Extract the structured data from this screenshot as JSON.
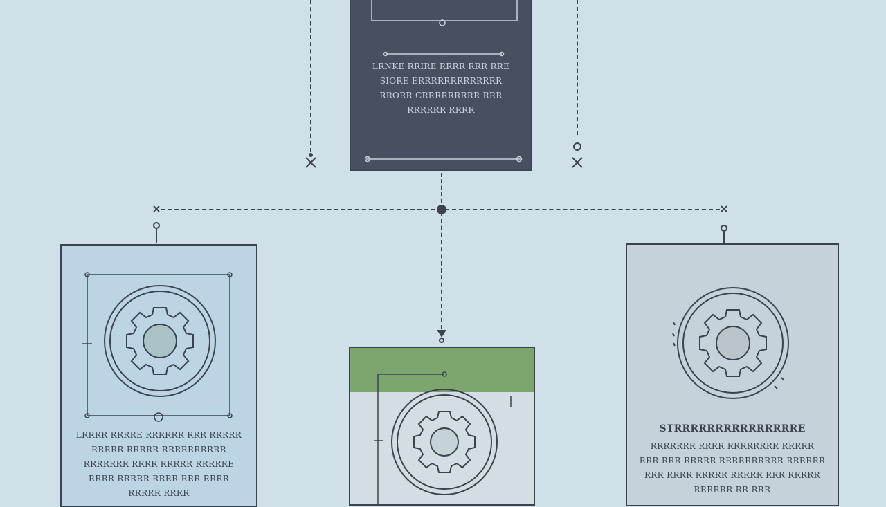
{
  "diagram": {
    "nodes": [
      {
        "id": "top",
        "text_lines": [
          "LRNKE RRIRE RRRR RRR RRE",
          "SIORE ERRRRRRRRRRRRR",
          "RRORR CRRRRRRRRR RRR",
          "RRRRRR RRRR"
        ]
      },
      {
        "id": "left",
        "icon": "gear-icon",
        "text_lines": [
          "LRRRR RRRRE RRRRRR RRR RRRRR",
          "RRRRR RRRRR RRRRRRRRRR",
          "RRRRRRR RRRR RRRRR RRRRRE",
          "RRRR RRRRR RRRR RRR RRRR",
          "RRRRR RRRR"
        ]
      },
      {
        "id": "center",
        "icon": "gear-icon"
      },
      {
        "id": "right",
        "icon": "gear-icon",
        "title": "STRRRRRRRRRRRRRRRE",
        "text_lines": [
          "RRRRRRR RRRR RRRRRRRR RRRRR",
          "RRR RRR RRRRR RRRRRRRRRR RRRRRR",
          "RRR RRRR RRRRR RRRRR RRR RRRRR",
          "RRRRRR RR RRR"
        ]
      }
    ],
    "colors": {
      "background": "#d0e0e8",
      "top_node": "#46505f",
      "left_node": "#bcd5e4",
      "center_node": "#d3dee3",
      "center_header": "#7ca66d",
      "right_node": "#c6d2d9",
      "line": "#3b4350"
    }
  }
}
